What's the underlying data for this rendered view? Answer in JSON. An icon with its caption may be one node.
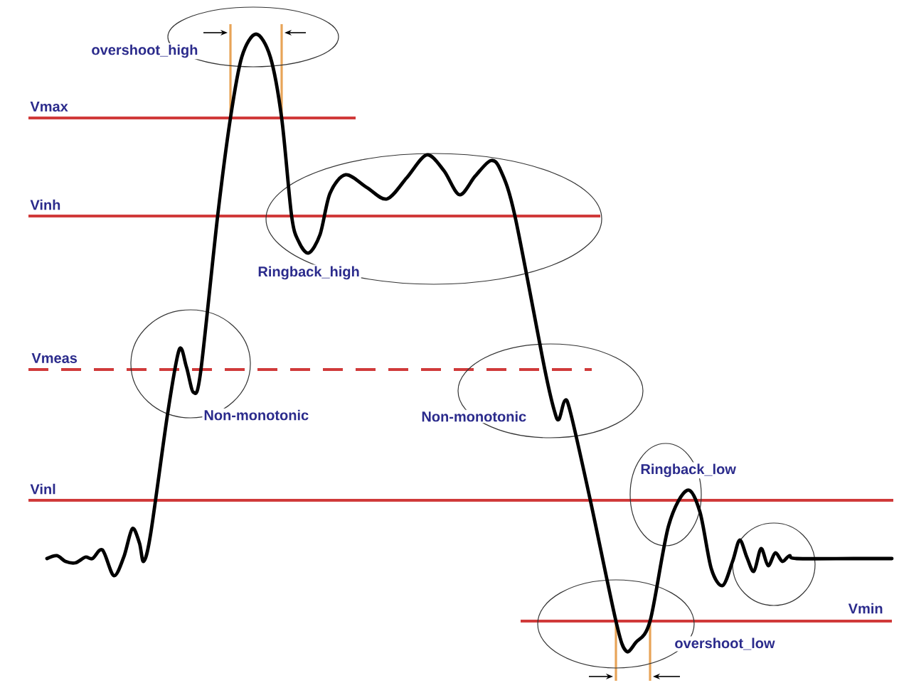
{
  "diagram": {
    "nodes": [
      {
        "text": [
          "overshoot_high"
        ]
      },
      {
        "text": [
          "Ringback_high"
        ]
      },
      {
        "text": [
          "Non-monotonic"
        ]
      },
      {
        "text": [
          "Non-monotonic"
        ]
      },
      {
        "text": [
          "Ringback_low"
        ]
      },
      {
        "text": [],
        "shape": "circle"
      },
      {
        "text": [
          "overshoot_low"
        ]
      }
    ],
    "labels": [
      "Vmax",
      "Vinh",
      "Vmeas",
      "Vinl",
      "Vmin"
    ]
  }
}
